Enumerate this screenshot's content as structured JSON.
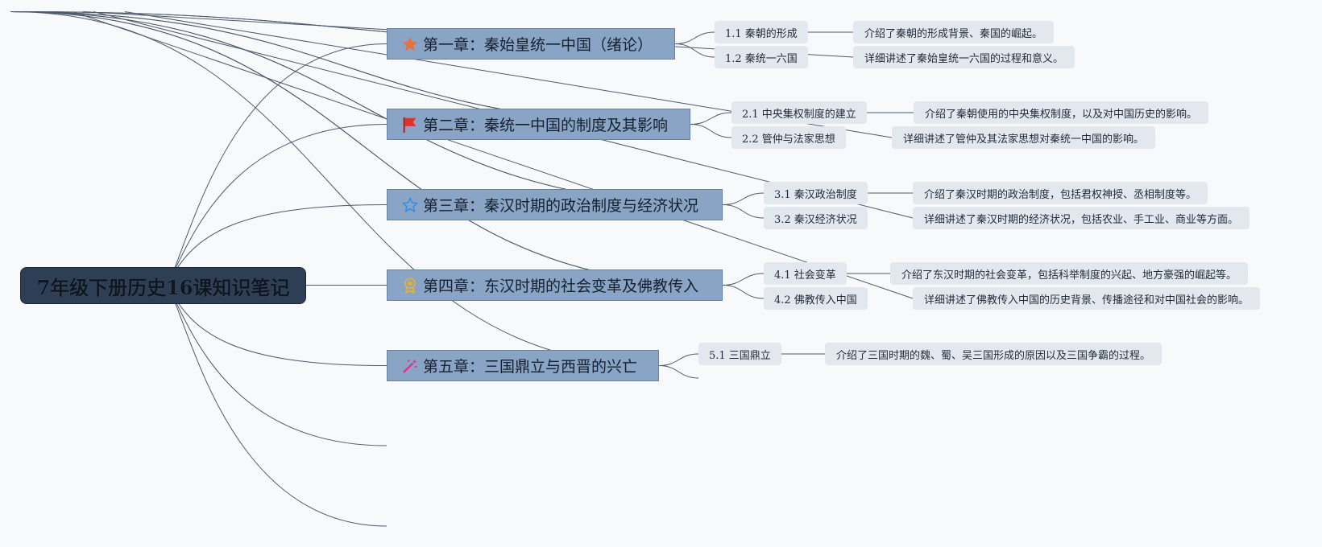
{
  "root": {
    "title": "7年级下册历史16课知识笔记"
  },
  "chapters": [
    {
      "icon": "star-icon",
      "icon_color": "#e8703a",
      "title": "第一章：秦始皇统一中国（绪论）",
      "sections": [
        {
          "label": "1.1 秦朝的形成",
          "detail": "介绍了秦朝的形成背景、秦国的崛起。"
        },
        {
          "label": "1.2 秦统一六国",
          "detail": "详细讲述了秦始皇统一六国的过程和意义。"
        }
      ]
    },
    {
      "icon": "flag-icon",
      "icon_color": "#e2312a",
      "title": "第二章：秦统一中国的制度及其影响",
      "sections": [
        {
          "label": "2.1 中央集权制度的建立",
          "detail": "介绍了秦朝使用的中央集权制度，以及对中国历史的影响。"
        },
        {
          "label": "2.2 管仲与法家思想",
          "detail": "详细讲述了管仲及其法家思想对秦统一中国的影响。"
        }
      ]
    },
    {
      "icon": "star-outline-icon",
      "icon_color": "#3a8fe0",
      "title": "第三章：秦汉时期的政治制度与经济状况",
      "sections": [
        {
          "label": "3.1 秦汉政治制度",
          "detail": "介绍了秦汉时期的政治制度，包括君权神授、丞相制度等。"
        },
        {
          "label": "3.2 秦汉经济状况",
          "detail": "详细讲述了秦汉时期的经济状况，包括农业、手工业、商业等方面。"
        }
      ]
    },
    {
      "icon": "medal-icon",
      "icon_color": "#e0b13a",
      "title": "第四章：东汉时期的社会变革及佛教传入",
      "sections": [
        {
          "label": "4.1 社会变革",
          "detail": "介绍了东汉时期的社会变革，包括科举制度的兴起、地方豪强的崛起等。"
        },
        {
          "label": "4.2 佛教传入中国",
          "detail": "详细讲述了佛教传入中国的历史背景、传播途径和对中国社会的影响。"
        }
      ]
    },
    {
      "icon": "magic-wand-icon",
      "icon_color": "#d9338a",
      "title": "第五章：三国鼎立与西晋的兴亡",
      "sections": [
        {
          "label": "5.1 三国鼎立",
          "detail": "介绍了三国时期的魏、蜀、吴三国形成的原因以及三国争霸的过程。"
        }
      ]
    }
  ],
  "colors": {
    "background": "#f8f9fb",
    "root_fill": "#2d3e55",
    "chapter_fill": "#8aa4c6",
    "leaf_fill": "#e3e8ef",
    "connector": "#4d5a6a"
  }
}
